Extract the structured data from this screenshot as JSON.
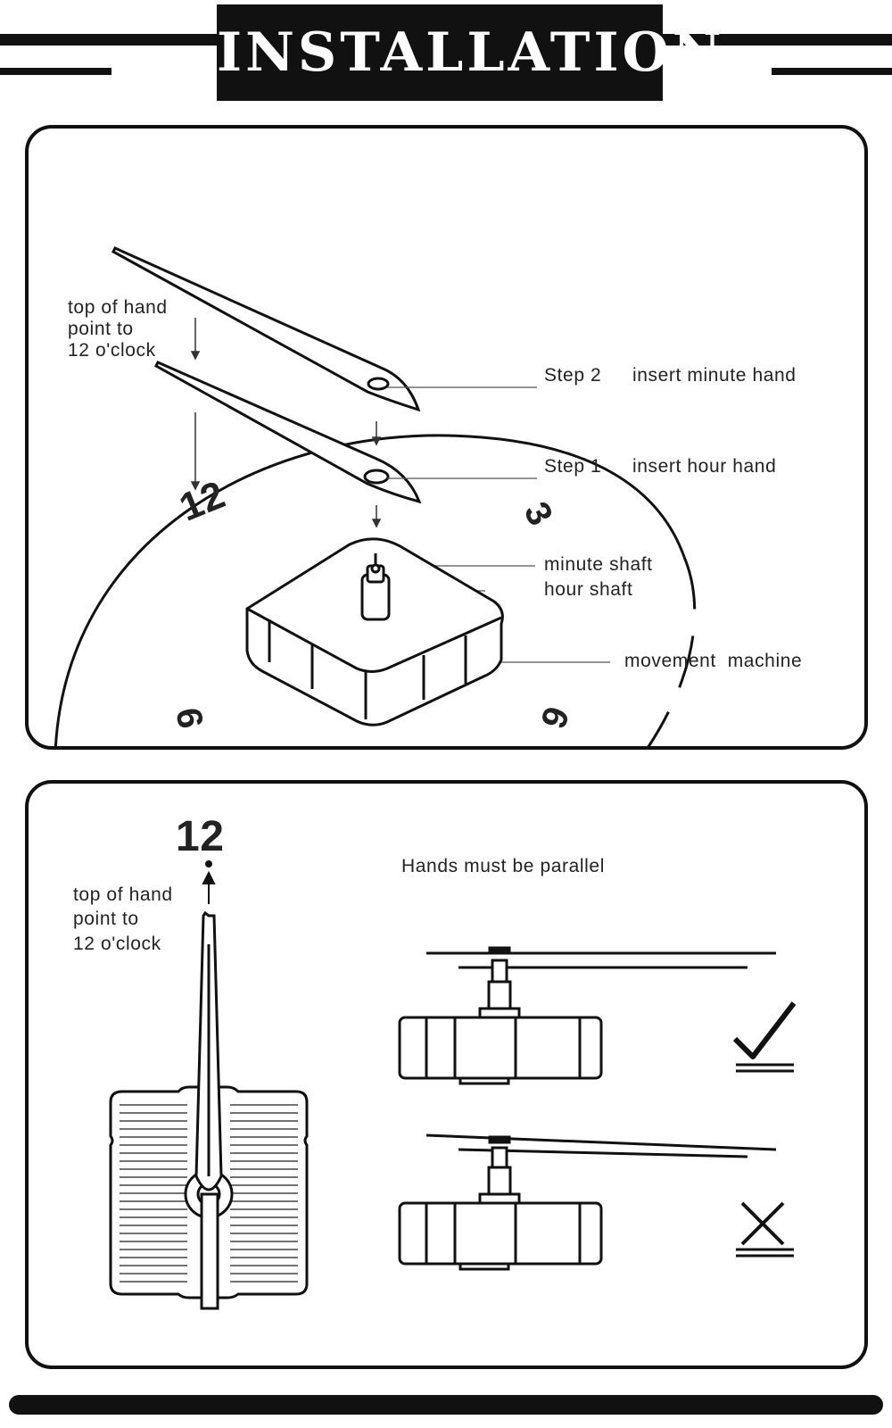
{
  "header": {
    "title": "INSTALLATION"
  },
  "top_panel": {
    "hint": [
      "top of hand",
      "point to",
      "12 o'clock"
    ],
    "step2": {
      "label": "Step 2",
      "text": "insert minute hand"
    },
    "step1": {
      "label": "Step 1",
      "text": "insert hour hand"
    },
    "minute_shaft": "minute shaft",
    "hour_shaft": "hour shaft",
    "movement": "movement  machine",
    "dial_numbers": {
      "twelve": "12",
      "three": "3",
      "six": "6",
      "nine": "9"
    }
  },
  "bottom_panel": {
    "twelve": "12",
    "hint": [
      "top of hand",
      "point to",
      "12 o'clock"
    ],
    "parallel_note": "Hands must be parallel",
    "correct_icon": "check-mark-icon",
    "wrong_icon": "cross-mark-icon"
  }
}
